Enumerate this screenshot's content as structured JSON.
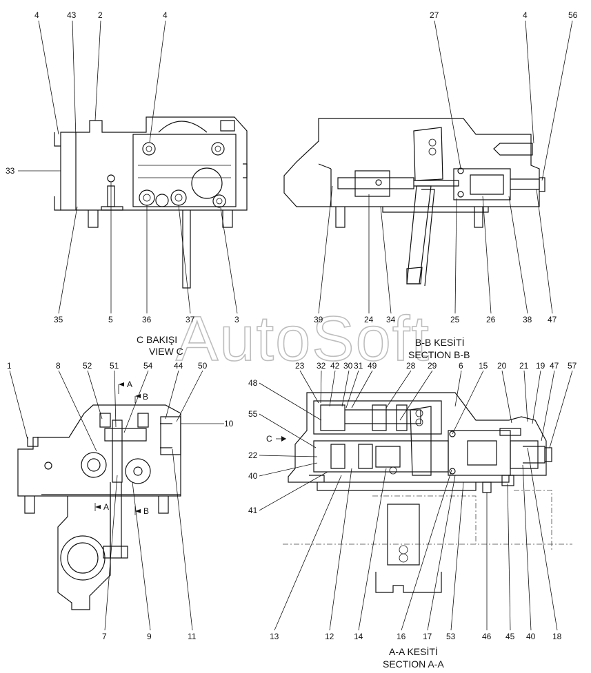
{
  "watermark": "AutoSoft",
  "views": {
    "view_c": {
      "caption_tr": "C BAKIŞI",
      "caption_en": "VIEW C",
      "callouts_top": [
        "4",
        "43",
        "2",
        "4"
      ],
      "callouts_left": [
        "33"
      ],
      "callouts_bottom": [
        "35",
        "5",
        "36",
        "37",
        "3"
      ]
    },
    "section_bb": {
      "caption_tr": "B-B KESİTİ",
      "caption_en": "SECTION B-B",
      "callouts_top": [
        "27",
        "4",
        "56"
      ],
      "callouts_bottom": [
        "39",
        "24",
        "34",
        "25",
        "26",
        "38",
        "47"
      ]
    },
    "left_view": {
      "callouts_top": [
        "1",
        "8",
        "52",
        "51",
        "54",
        "44",
        "50"
      ],
      "callouts_right": [
        "10"
      ],
      "section_marks": [
        "A",
        "B",
        "A",
        "B"
      ],
      "callouts_bottom": [
        "7",
        "9",
        "11"
      ]
    },
    "section_aa": {
      "caption_tr": "A-A KESİTİ",
      "caption_en": "SECTION A-A",
      "view_marker": "C",
      "callouts_top": [
        "23",
        "32",
        "42",
        "30",
        "31",
        "49",
        "28",
        "29",
        "6",
        "15",
        "20",
        "21",
        "19",
        "47",
        "57"
      ],
      "callouts_left": [
        "48",
        "55",
        "22",
        "40",
        "41"
      ],
      "callouts_bottom": [
        "13",
        "12",
        "14",
        "16",
        "17",
        "53",
        "46",
        "45",
        "40",
        "18"
      ]
    }
  }
}
